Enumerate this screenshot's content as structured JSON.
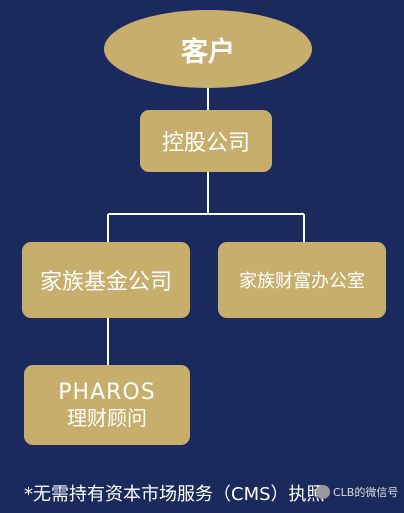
{
  "colors": {
    "background": "#1a2a5c",
    "node_fill": "#c8ae6c",
    "connector": "#ffffff",
    "text": "#ffffff"
  },
  "nodes": {
    "customer": "客户",
    "holding_company": "控股公司",
    "family_fund_company": "家族基金公司",
    "family_office": "家族财富办公室",
    "pharos_line1": "PHAROS",
    "pharos_line2": "理财顾问"
  },
  "footnote": "*无需持有资本市场服务（CMS）执照",
  "watermark": {
    "icon": "wechat-icon",
    "text": "CLB的微信号"
  }
}
